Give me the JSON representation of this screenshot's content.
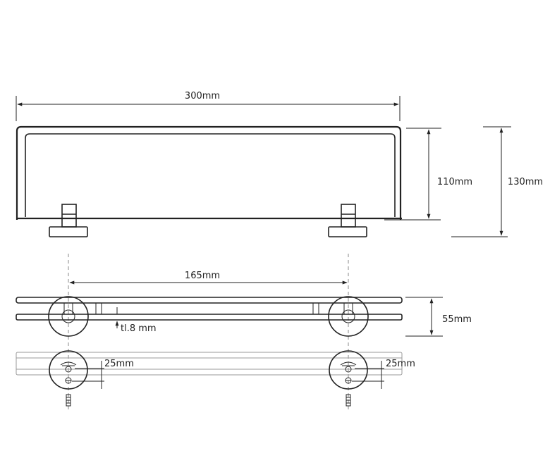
{
  "dimensions": {
    "total_width": "300mm",
    "front_height": "110mm",
    "total_height": "130mm",
    "mount_spacing": "165mm",
    "depth": "55mm",
    "glass_thickness": "tl.8 mm",
    "mount_offset_left": "25mm",
    "mount_offset_right": "25mm"
  }
}
